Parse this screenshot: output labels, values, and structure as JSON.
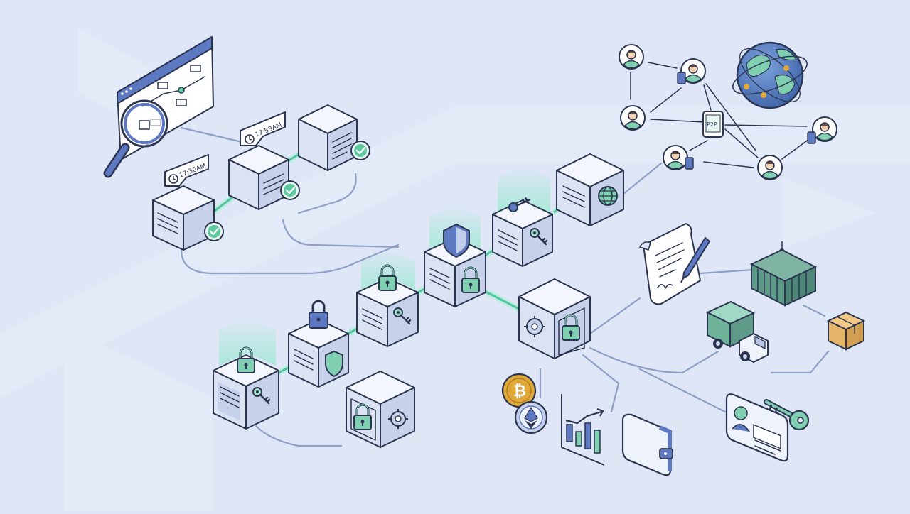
{
  "timestamps": [
    "17:30AM",
    "17:53AM"
  ],
  "p2p_label": "P2P",
  "colors": {
    "background": "#dfe7f7",
    "line": "#2b3552",
    "accent_green": "#4fc79c",
    "accent_blue": "#5d79c2",
    "connector": "#8ea0c8",
    "bitcoin": "#e0a93a",
    "container": "#5e9a88",
    "truck": "#6fb39a",
    "box": "#e6b56a"
  },
  "icons": [
    "magnifier-icon",
    "timeline-window-icon",
    "clock-icon",
    "checkmark-icon",
    "padlock-icon",
    "key-icon",
    "shield-icon",
    "globe-icon",
    "vault-icon",
    "gear-icon",
    "person-icon",
    "tablet-icon",
    "contract-icon",
    "pen-icon",
    "shipping-container-icon",
    "truck-icon",
    "package-icon",
    "bitcoin-icon",
    "ethereum-icon",
    "bar-chart-icon",
    "wallet-icon",
    "id-card-icon"
  ]
}
